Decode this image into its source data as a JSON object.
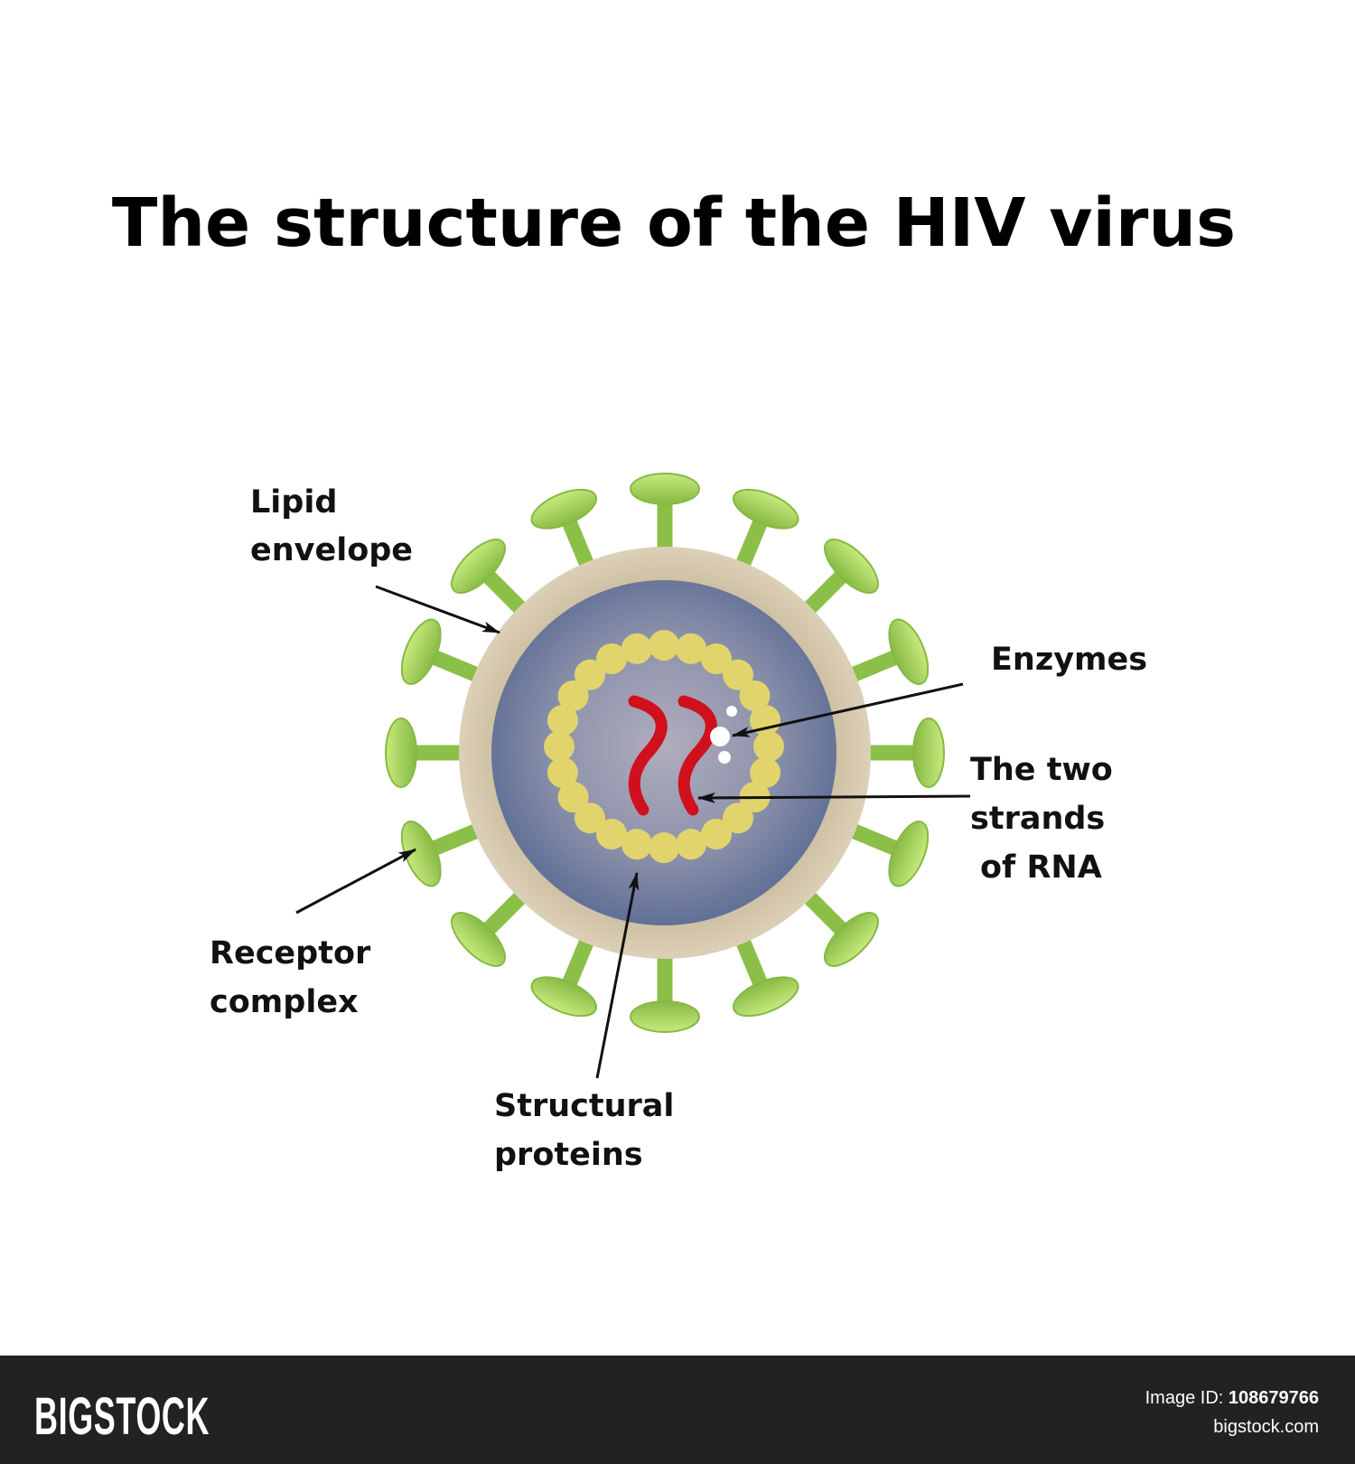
{
  "title": "The structure of the HIV virus",
  "labels": {
    "lipid_line1": "Lipid",
    "lipid_line2": "envelope",
    "enzymes": "Enzymes",
    "rna_line1": "The two",
    "rna_line2": "strands",
    "rna_line3": "of RNA",
    "receptor_line1": "Receptor",
    "receptor_line2": "complex",
    "structural_line1": "Structural",
    "structural_line2": "proteins"
  },
  "colors": {
    "envelope": "#d6c9b0",
    "capsid": "#5d6e96",
    "capsid_center": "#a9a8b8",
    "proteins": "#e2d46c",
    "rna": "#d0101c",
    "spikes": "#8cbf48",
    "spike_heads": "#b9e06c",
    "footer": "#222222"
  },
  "footer": {
    "logo": "BIGSTOCK",
    "image_id_label": "Image ID:",
    "image_id": "108679766",
    "site": "bigstock.com"
  }
}
